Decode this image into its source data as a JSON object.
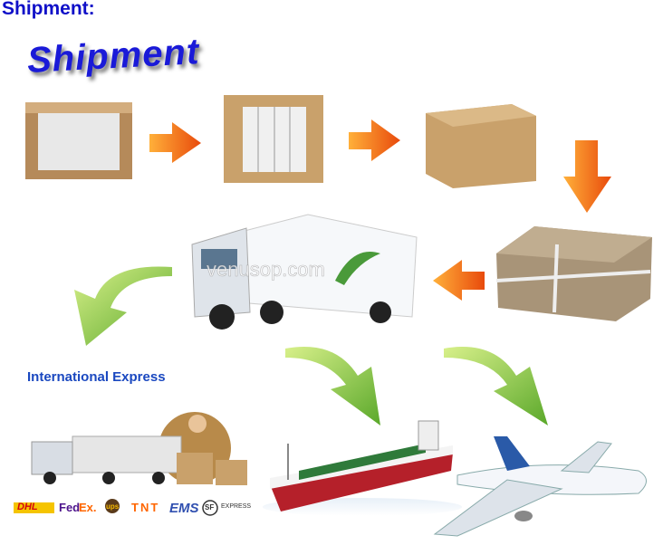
{
  "heading": "Shipment:",
  "wordart": "Shipment",
  "section_label": "International Express",
  "watermark": "venusop.com",
  "logos": {
    "dhl": "DHL",
    "fedex_fed": "Fed",
    "fedex_ex": "Ex.",
    "ups": "ups",
    "tnt": "TNT",
    "ems": "EMS",
    "sf": "SF",
    "sf_express": "EXPRESS"
  },
  "colors": {
    "heading": "#1010c8",
    "arrow_orange": "#f06a10",
    "arrow_green": "#7cc63a",
    "box": "#c9a16b"
  }
}
